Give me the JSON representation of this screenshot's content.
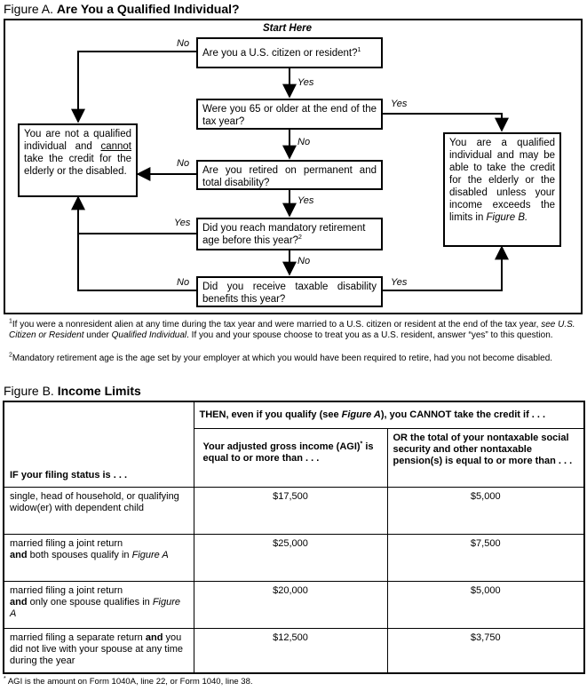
{
  "figure_a": {
    "prefix": "Figure A.",
    "title": "Are You a Qualified Individual?",
    "start": "Start Here",
    "q1": "Are you a U.S. citizen or resident?",
    "q1_sup": "1",
    "q2": "Were you 65 or older at the end of the tax year?",
    "q3": "Are you retired on permanent and total disability?",
    "q4": "Did you reach mandatory retirement age before this year?",
    "q4_sup": "2",
    "q5": "Did you receive taxable disability benefits this year?",
    "not_qualified_1": "You are not a qualified individual and ",
    "not_qualified_cannot": "cannot",
    "not_qualified_2": " take the credit for the elderly or the disabled.",
    "qualified_1": "You are a qualified individual and may be able to take the credit for the elderly or the disabled unless your income exceeds the limits in ",
    "qualified_ref": "Figure B.",
    "yes": "Yes",
    "no": "No"
  },
  "footnotes": {
    "f1_num": "1",
    "f1_a": "If you were a nonresident alien at any time during the tax year and were married to a U.S. citizen or resident at the end of the tax year, ",
    "f1_see": "see ",
    "f1_ref1": "U.S. Citizen or Resident",
    "f1_under": " under ",
    "f1_ref2": "Qualified Individual",
    "f1_b": ". If you and your spouse choose to treat you as a U.S. resident, answer “yes” to this question.",
    "f2_num": "2",
    "f2": "Mandatory retirement age is the age set by your employer at which you would have been required to retire, had you not become disabled."
  },
  "figure_b": {
    "prefix": "Figure B.",
    "title": "Income Limits",
    "then_a": "THEN, even if you qualify (see ",
    "then_ref": "Figure A",
    "then_b": "), you CANNOT take the credit if . . .",
    "col_status": "IF your filing status is . . .",
    "col_agi": "Your adjusted gross income (AGI)",
    "col_agi_mark": "*",
    "col_agi_tail": " is equal to or more than . . .",
    "col_nontax": "OR the total of your nontaxable social security and other nontaxable pension(s) is equal to or more than . . .",
    "rows": [
      {
        "status": "single, head of household, or qualifying widow(er) with dependent child",
        "agi": "$17,500",
        "nontax": "$5,000"
      },
      {
        "status_a": "married filing a joint return",
        "status_bold": "and",
        "status_b": " both spouses qualify in ",
        "status_ref": "Figure A",
        "agi": "$25,000",
        "nontax": "$7,500"
      },
      {
        "status_a": "married filing a joint return",
        "status_bold": "and",
        "status_b": " only one spouse qualifies in ",
        "status_ref": "Figure A",
        "agi": "$20,000",
        "nontax": "$5,000"
      },
      {
        "status_a": "married filing a separate return ",
        "status_bold": "and",
        "status_b": " you did not live with your spouse at any time during the year",
        "agi": "$12,500",
        "nontax": "$3,750"
      }
    ],
    "agi_note_mark": "*",
    "agi_note": " AGI is the amount on Form 1040A, line 22, or Form 1040, line 38."
  }
}
